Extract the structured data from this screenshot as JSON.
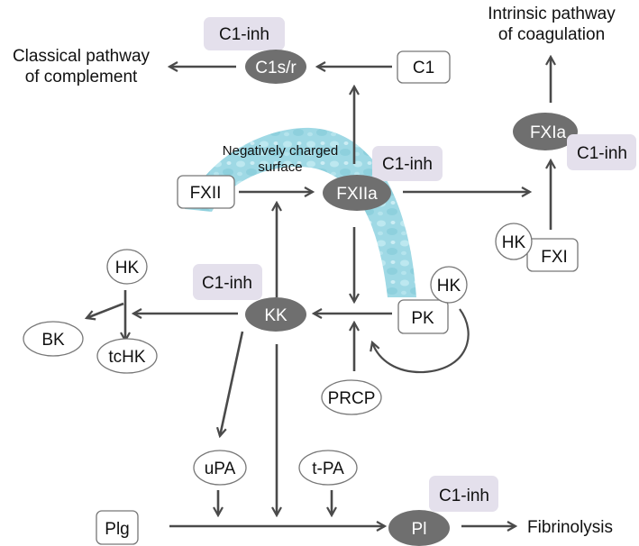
{
  "colors": {
    "arrow": "#4a4a4a",
    "active_enzyme_fill": "#6f6f6f",
    "active_enzyme_text": "#f2f2f2",
    "inhibitor_fill": "#e4e0ec",
    "box_stroke": "#777777",
    "surface_fill": "#8fd3e0",
    "surface_fill_light": "#b5e4ee"
  },
  "surface": {
    "label_line1": "Negatively charged",
    "label_line2": "surface"
  },
  "outcomes": {
    "classical": {
      "line1": "Classical pathway",
      "line2": "of complement"
    },
    "intrinsic": {
      "line1": "Intrinsic pathway",
      "line2": "of coagulation"
    },
    "fibrinolysis": "Fibrinolysis"
  },
  "nodes": {
    "c1": "C1",
    "c1sr": "C1s/r",
    "fxii": "FXII",
    "fxiia": "FXIIa",
    "fxia": "FXIa",
    "fxi": "FXI",
    "hk_fxi": "HK",
    "hk_pk": "HK",
    "hk_top": "HK",
    "pk": "PK",
    "kk": "KK",
    "prcp": "PRCP",
    "bk": "BK",
    "tchk": "tcHK",
    "upa": "uPA",
    "tpa": "t-PA",
    "plg": "Plg",
    "pl": "Pl"
  },
  "inhibitors": {
    "c1sr": "C1-inh",
    "fxiia": "C1-inh",
    "fxia": "C1-inh",
    "kk": "C1-inh",
    "pl": "C1-inh"
  }
}
